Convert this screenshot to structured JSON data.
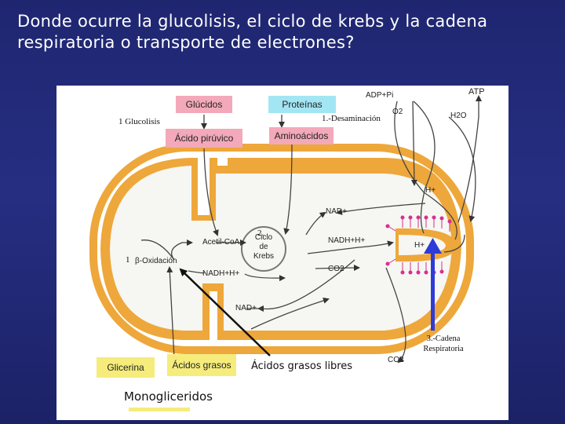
{
  "slide": {
    "title": "Donde ocurre la glucolisis, el ciclo de krebs y la cadena respiratoria o transporte de electrones?"
  },
  "diagram": {
    "boxes": {
      "glucidos": "Glúcidos",
      "proteinas": "Proteínas",
      "acido_piruvico": "Ácido pirúvico",
      "aminoacidos": "Aminoácidos",
      "glicerina": "Glicerina",
      "acidos_grasos": "Ácidos grasos"
    },
    "chem": {
      "adp_pi": "ADP+Pi",
      "atp": "ATP",
      "o2": "O2",
      "h2o": "H2O",
      "h_plus_top": "H+",
      "nad_top": "NAD+",
      "acetil_coa": "Acetil-CoA",
      "ciclo_krebs": "Ciclo de Krebs",
      "nadh_right": "NADH+H+",
      "co2_inner": "CO2",
      "b_oxidacion": "β-Oxidación",
      "nadh_left": "NADH+H+",
      "nad_bottom": "NAD+",
      "h_plus_membrane": "H+",
      "co2_outer": "CO2"
    },
    "annotations": {
      "glucolisis": "1 Glucolisis",
      "desaminacion": "1.-Desaminación",
      "step2": "2.",
      "step1_left": "1",
      "cadena_respiratoria": "3.-Cadena Respiratoria",
      "acidos_grasos_libres": "Ácidos grasos libres",
      "monogliceridos": "Monogliceridos"
    },
    "colors": {
      "mito_outer": "#eea73a",
      "matrix": "#f6f6f2",
      "box_pink": "#f3a9ba",
      "box_cyan": "#a3e6f3",
      "box_yellow": "#f5ec7c",
      "pointer_blue": "#2f3bd6",
      "atp_synthase": "#d6308f"
    }
  }
}
